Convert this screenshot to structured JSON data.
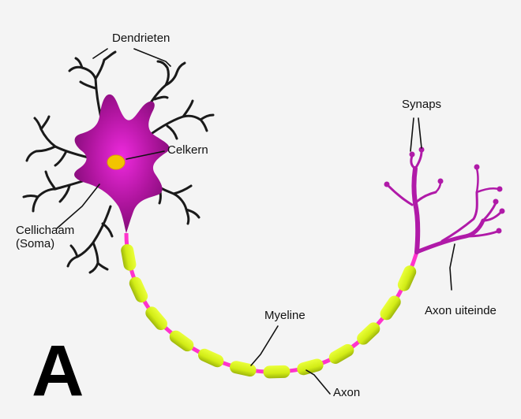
{
  "panel_letter": "A",
  "labels": {
    "dendrites": "Dendrieten",
    "nucleus": "Celkern",
    "cell_body_line1": "Cellichaam",
    "cell_body_line2": "(Soma)",
    "synapse": "Synaps",
    "myelin": "Myeline",
    "axon_terminal": "Axon uiteinde",
    "axon": "Axon"
  },
  "colors": {
    "soma": "#a3129a",
    "soma_glow": "#e020d0",
    "nucleus": "#f2c400",
    "dendrite": "#1a1a1a",
    "myelin": "#d8f21c",
    "myelin_shade": "#9fb80c",
    "node": "#ff33cc",
    "terminal": "#b01aa8",
    "label_line": "#111111"
  }
}
